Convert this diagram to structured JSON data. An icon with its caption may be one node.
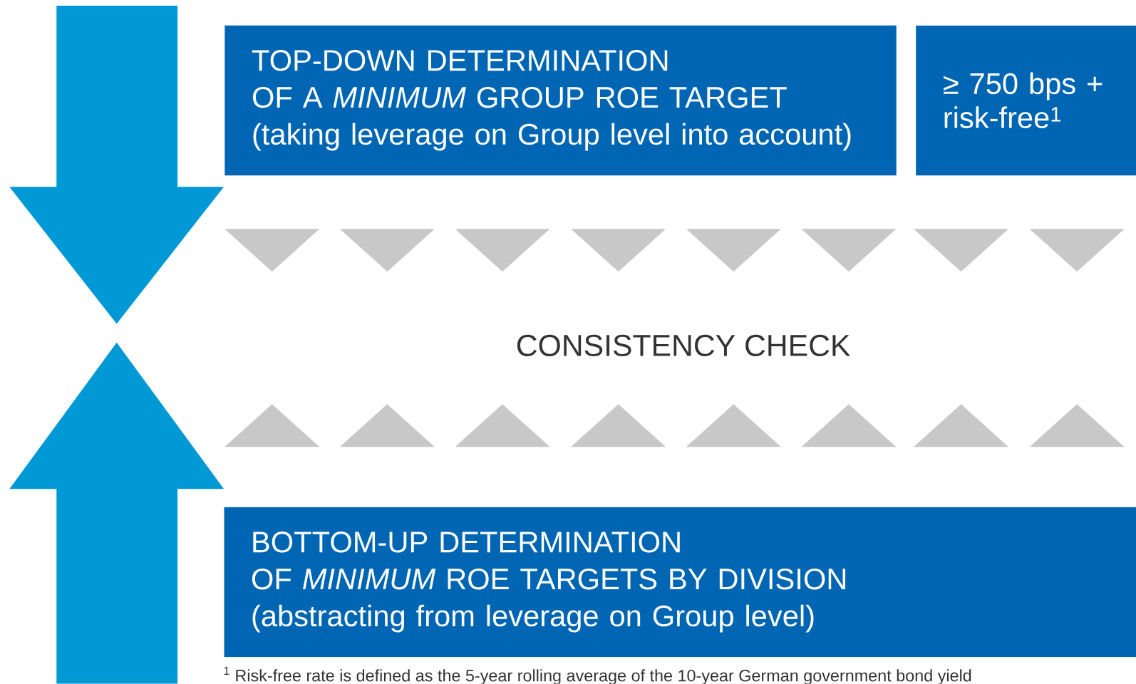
{
  "diagram": {
    "nodes": [
      {
        "text": [
          "TOP-DOWN DETERMINATION OF A *MINIMUM* GROUP ROE TARGET",
          "(taking leverage on Group level into account)"
        ]
      },
      {
        "text": [
          "≥ 750 bps + risk-free$^{1}$"
        ]
      },
      {
        "text": [
          "BOTTOM-UP DETERMINATION OF *MINIMUM* ROE TARGETS BY DIVISION",
          "(abstracting from leverage on Group level)"
        ]
      }
    ],
    "labels": [
      "CONSISTENCY CHECK",
      "$^{1}$ Risk-free rate is defined as the 5-year rolling average of the 10-year German government bond yield"
    ]
  }
}
